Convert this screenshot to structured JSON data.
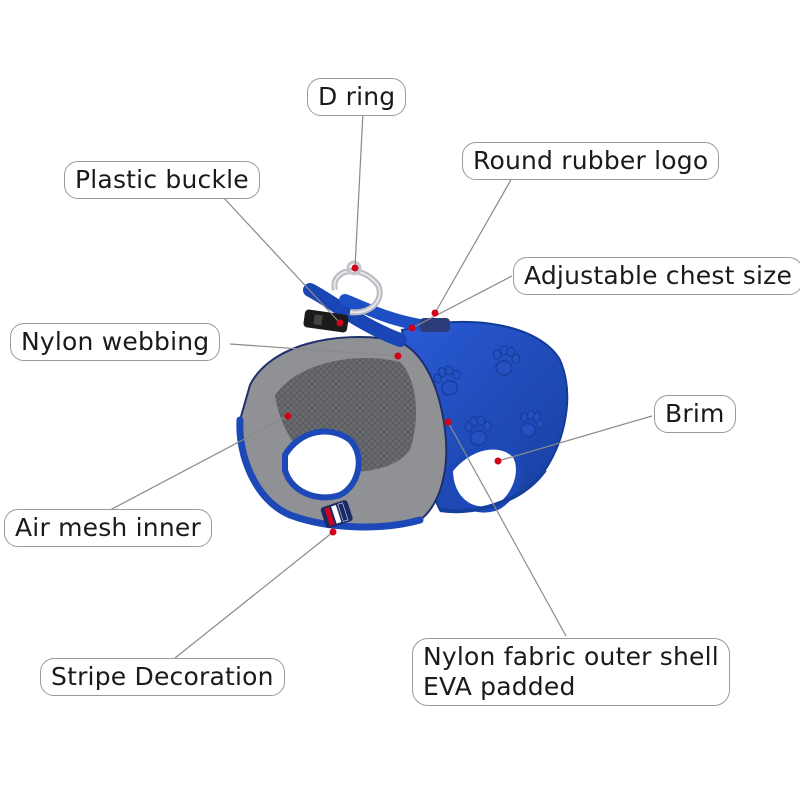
{
  "title": "",
  "colors": {
    "harness_blue": "#1f4fc4",
    "harness_blue_dark": "#123a99",
    "mesh_grey": "#8e9094",
    "mesh_dark": "#5d5f63",
    "leader_line": "#8a8a8a",
    "marker_red": "#d0021b",
    "label_border": "#9a9a9a"
  },
  "labels": {
    "d_ring": "D ring",
    "round_rubber_logo": "Round rubber logo",
    "plastic_buckle": "Plastic buckle",
    "adjustable_chest_size": "Adjustable chest size",
    "nylon_webbing": "Nylon webbing",
    "brim": "Brim",
    "air_mesh_inner": "Air mesh inner",
    "stripe_decoration": "Stripe Decoration",
    "nylon_fabric_outer_shell": "Nylon fabric outer shell",
    "eva_padded": "EVA padded"
  },
  "icons": [
    "paw-print-icon",
    "d-ring-icon",
    "buckle-icon"
  ]
}
